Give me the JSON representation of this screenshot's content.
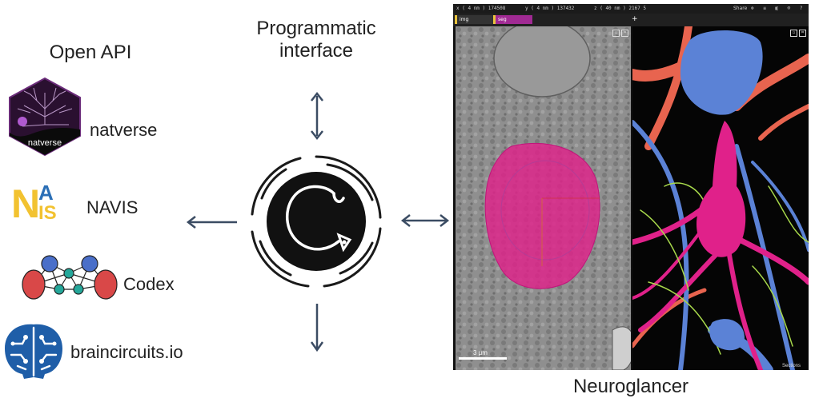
{
  "open_api": {
    "title": "Open API",
    "tools": [
      {
        "name": "natverse",
        "logo_text": "natverse"
      },
      {
        "name": "NAVIS"
      },
      {
        "name": "Codex"
      },
      {
        "name": "braincircuits.io"
      }
    ]
  },
  "programmatic": {
    "title_line1": "Programmatic",
    "title_line2": "interface"
  },
  "central_icon": "circular-logo-icon",
  "neuroglancer": {
    "caption": "Neuroglancer",
    "topbar": {
      "x": "x  ( 4 nm )  174508",
      "y": "y  ( 4 nm )  137432",
      "z": "z  ( 40 nm )  2167 5",
      "share": "Share"
    },
    "tabs": [
      "img",
      "seg"
    ],
    "add_tab": "+",
    "scale_bar": "3 μm",
    "sections_label": "Sections"
  },
  "colors": {
    "arrow": "#3b4c63",
    "neuron_pink": "#e0218a",
    "neuron_blue": "#5b82d6",
    "neuron_red": "#e8644f",
    "neuron_green": "#a8d94b",
    "navis_yellow": "#f2c230",
    "navis_blue": "#2b6fb6",
    "codex_red": "#d94848",
    "codex_blue": "#4a6fc9",
    "codex_teal": "#25a79a",
    "brain_blue": "#1f5ea8"
  }
}
